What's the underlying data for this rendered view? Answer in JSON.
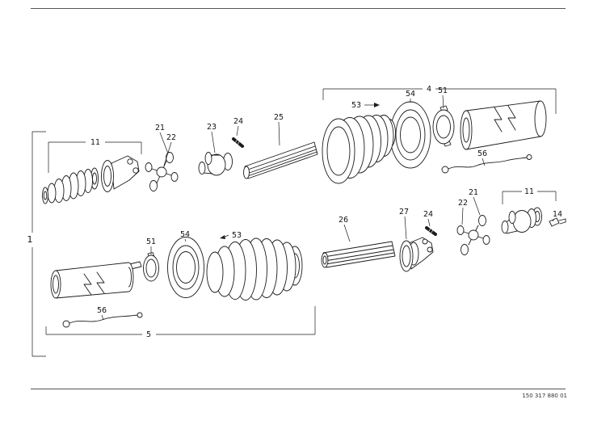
{
  "colors": {
    "background": "#ffffff",
    "line": "#1c1c1c",
    "text": "#111111"
  },
  "footer": {
    "doc_number": "150 317 880 01"
  },
  "labels": {
    "l1": "1",
    "l4": "4",
    "l5": "5",
    "l11_upper": "11",
    "l11_right": "11",
    "l14": "14",
    "l21_upper": "21",
    "l21_lower": "21",
    "l22_upper": "22",
    "l22_lower": "22",
    "l23": "23",
    "l24_upper": "24",
    "l24_lower": "24",
    "l25": "25",
    "l26": "26",
    "l27": "27",
    "l51_upper": "51",
    "l51_lower": "51",
    "l53_upper": "53",
    "l53_lower": "53",
    "l54_upper": "54",
    "l54_lower": "54",
    "l56_upper": "56",
    "l56_lower": "56"
  }
}
